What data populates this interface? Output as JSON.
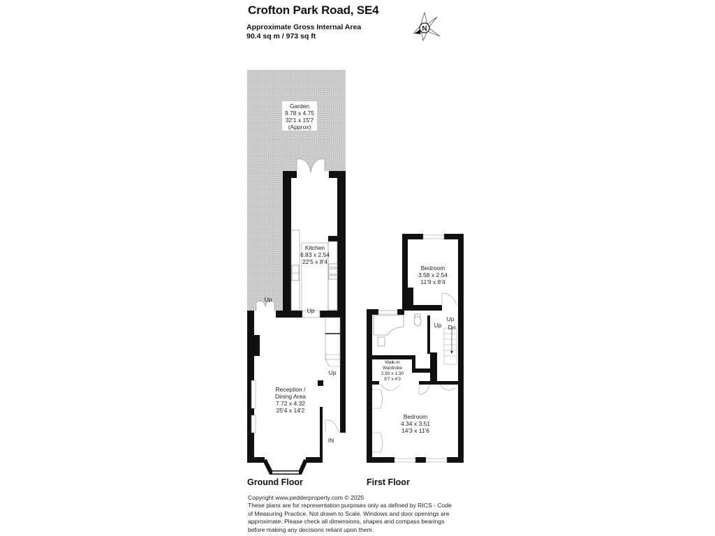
{
  "header": {
    "title": "Crofton Park Road, SE4",
    "area_label": "Approximate Gross Internal Area",
    "area_value": "90.4 sq m / 973 sq ft"
  },
  "compass": {
    "icon": "compass-north-icon",
    "label": "N"
  },
  "ground_floor": {
    "label": "Ground Floor",
    "rooms": [
      {
        "name": "Garden",
        "metric": "9.78 x 4.75",
        "imperial": "32'1 x 15'7",
        "note": "(Approx)"
      },
      {
        "name": "Kitchen",
        "metric": "6.83 x 2.54",
        "imperial": "22'5 x 8'4"
      },
      {
        "name": "Reception /",
        "name2": "Dining Area",
        "metric": "7.72 x 4.32",
        "imperial": "25'4 x 14'2"
      }
    ],
    "markers": {
      "up1": "Up",
      "up2": "Up",
      "up3": "Up",
      "entrance": "IN"
    }
  },
  "first_floor": {
    "label": "First Floor",
    "rooms": [
      {
        "name": "Bedroom",
        "metric": "3.58 x 2.54",
        "imperial": "11'9 x 8'4"
      },
      {
        "name": "Walk-In",
        "name2": "Wardrobe",
        "metric": "2.92 x 1.30",
        "imperial": "9'7 x 4'3"
      },
      {
        "name": "Bedroom",
        "metric": "4.34 x 3.51",
        "imperial": "14'3 x 11'6"
      }
    ],
    "markers": {
      "up1": "Up",
      "up2": "Up",
      "down": "Dn"
    }
  },
  "footer": {
    "copyright": "Copyright www.pedderproperty.com © 2025",
    "lines": [
      "These plans are for representation purposes only as defined by RICS - Code",
      "of Measuring Practice. Not drawn to Scale. Windows and door openings are",
      "approximate. Please check all dimensions, shapes and compass bearings",
      "before making any decisions reliant upon them."
    ]
  }
}
